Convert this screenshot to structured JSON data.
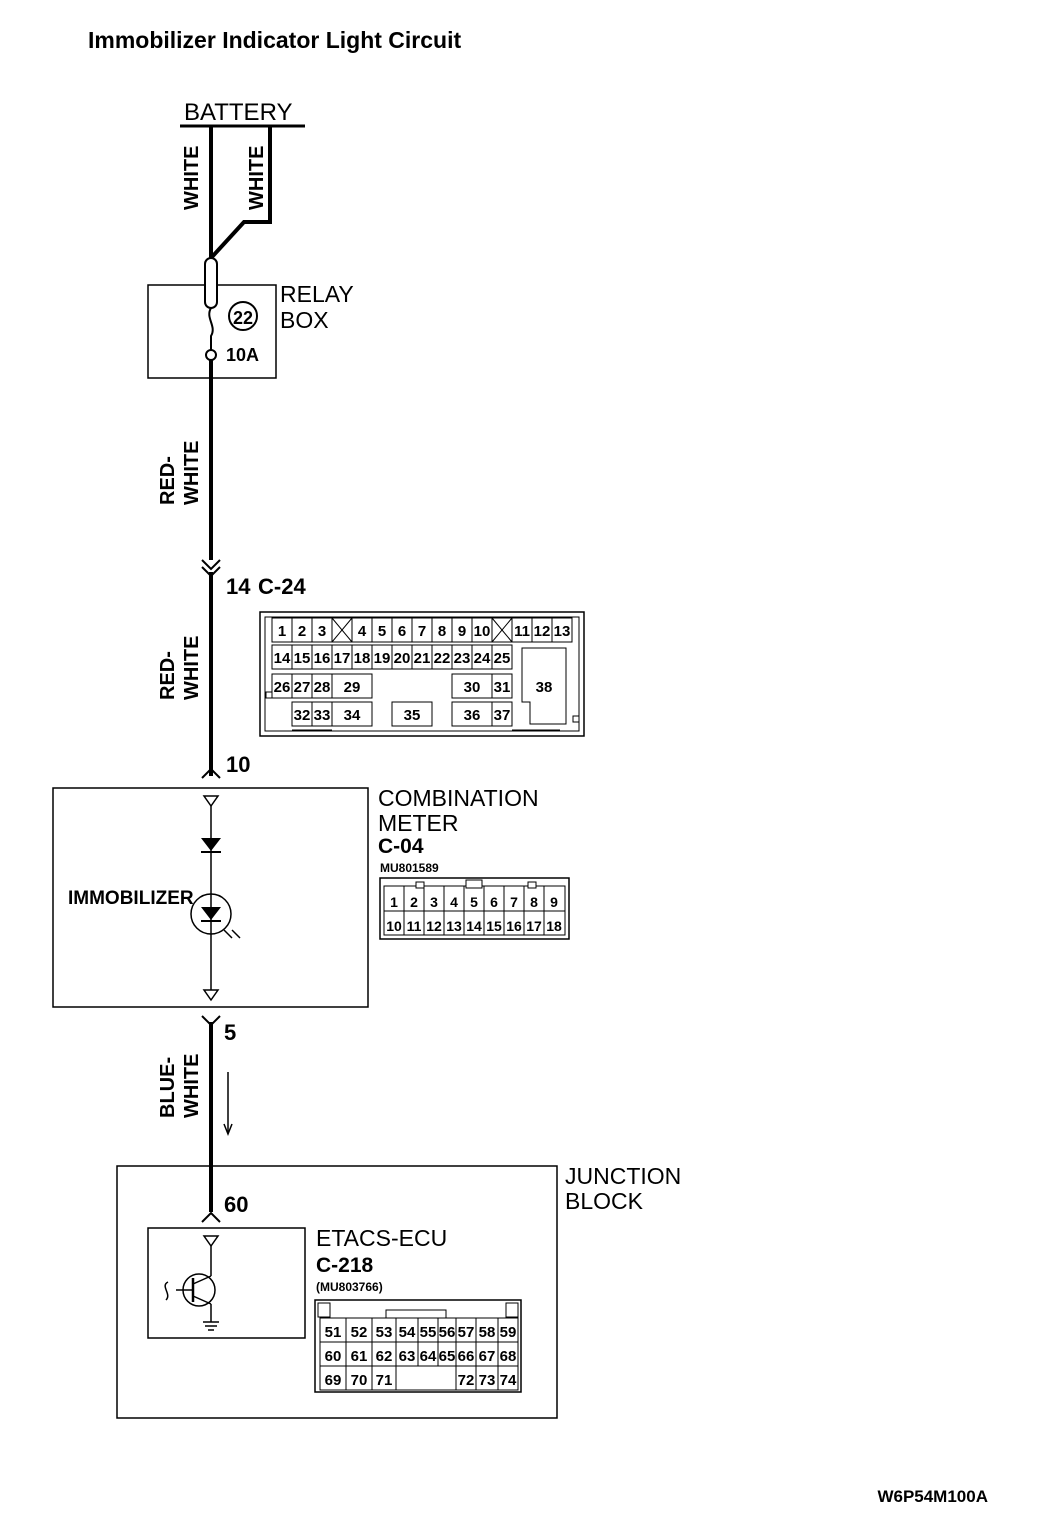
{
  "title": "Immobilizer Indicator Light Circuit",
  "battery": {
    "label": "BATTERY",
    "wire_left": "WHITE",
    "wire_right": "WHITE"
  },
  "relay_box": {
    "label_line1": "RELAY",
    "label_line2": "BOX",
    "fuse_number": "22",
    "fuse_rating": "10A"
  },
  "wire_upper": {
    "line1": "RED-",
    "line2": "WHITE"
  },
  "wire_middle": {
    "line1": "RED-",
    "line2": "WHITE"
  },
  "connector_c24": {
    "pin": "14",
    "name": "C-24",
    "rows": [
      [
        "1",
        "2",
        "3",
        "4",
        "5",
        "6",
        "7",
        "8",
        "9",
        "10",
        "11",
        "12",
        "13"
      ],
      [
        "14",
        "15",
        "16",
        "17",
        "18",
        "19",
        "20",
        "21",
        "22",
        "23",
        "24",
        "25"
      ],
      [
        "26",
        "27",
        "28",
        "29",
        "30",
        "31",
        "38"
      ],
      [
        "32",
        "33",
        "34",
        "35",
        "36",
        "37"
      ]
    ]
  },
  "pin_10": "10",
  "combination_meter": {
    "label_line1": "COMBINATION",
    "label_line2": "METER",
    "connector": "C-04",
    "part_no": "MU801589",
    "lamp_label": "IMMOBILIZER",
    "pins_top": [
      "1",
      "2",
      "3",
      "4",
      "5",
      "6",
      "7",
      "8",
      "9"
    ],
    "pins_bottom": [
      "10",
      "11",
      "12",
      "13",
      "14",
      "15",
      "16",
      "17",
      "18"
    ]
  },
  "pin_5": "5",
  "wire_lower": {
    "line1": "BLUE-",
    "line2": "WHITE"
  },
  "junction_block": {
    "label_line1": "JUNCTION",
    "label_line2": "BLOCK"
  },
  "pin_60": "60",
  "etacs": {
    "label": "ETACS-ECU",
    "connector": "C-218",
    "part_no": "(MU803766)",
    "row1": [
      "51",
      "52",
      "53",
      "54",
      "55",
      "56",
      "57",
      "58",
      "59"
    ],
    "row2": [
      "60",
      "61",
      "62",
      "63",
      "64",
      "65",
      "66",
      "67",
      "68"
    ],
    "row3": [
      "69",
      "70",
      "71",
      "72",
      "73",
      "74"
    ]
  },
  "figure_code": "W6P54M100A"
}
